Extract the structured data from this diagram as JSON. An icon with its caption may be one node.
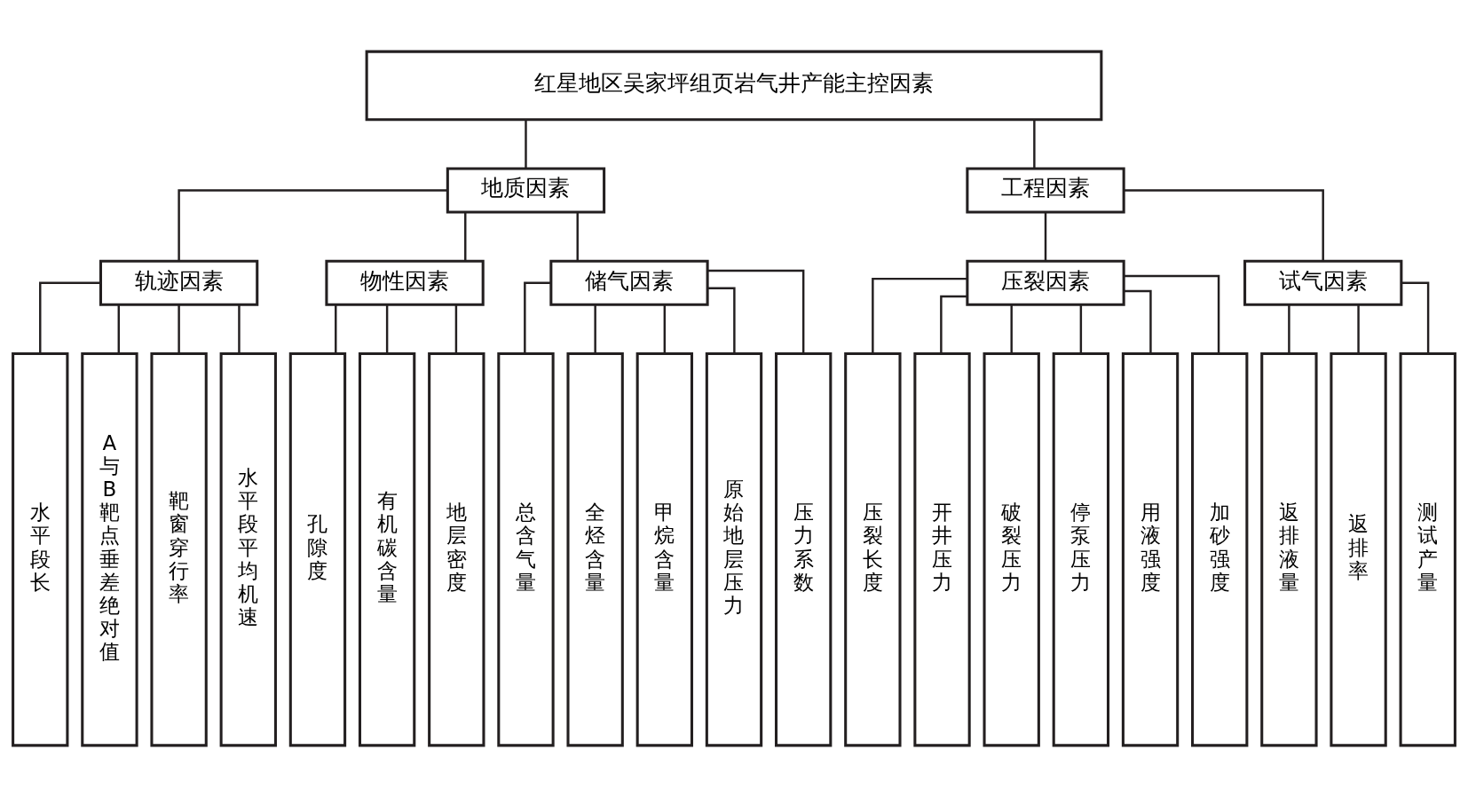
{
  "diagram": {
    "nodes": [
      {
        "text": [
          "红星地区吴家坪组页岩气井产能主控因素"
        ]
      },
      {
        "text": [
          "地质因素"
        ]
      },
      {
        "text": [
          "工程因素"
        ]
      },
      {
        "text": [
          "轨迹因素"
        ]
      },
      {
        "text": [
          "物性因素"
        ]
      },
      {
        "text": [
          "储气因素"
        ]
      },
      {
        "text": [
          "压裂因素"
        ]
      },
      {
        "text": [
          "试气因素"
        ]
      },
      {
        "text": [
          "水平段长"
        ]
      },
      {
        "text": [
          "A与B靶点垂差绝对值"
        ]
      },
      {
        "text": [
          "靶窗穿行率"
        ]
      },
      {
        "text": [
          "水平段平均机速"
        ]
      },
      {
        "text": [
          "孔隙度"
        ]
      },
      {
        "text": [
          "有机碳含量"
        ]
      },
      {
        "text": [
          "地层密度"
        ]
      },
      {
        "text": [
          "总含气量"
        ]
      },
      {
        "text": [
          "全烃含量"
        ]
      },
      {
        "text": [
          "甲烷含量"
        ]
      },
      {
        "text": [
          "原始地层压力"
        ]
      },
      {
        "text": [
          "压力系数"
        ]
      },
      {
        "text": [
          "压裂长度"
        ]
      },
      {
        "text": [
          "开井压力"
        ]
      },
      {
        "text": [
          "破裂压力"
        ]
      },
      {
        "text": [
          "停泵压力"
        ]
      },
      {
        "text": [
          "用液强度"
        ]
      },
      {
        "text": [
          "加砂强度"
        ]
      },
      {
        "text": [
          "返排液量"
        ]
      },
      {
        "text": [
          "返排率"
        ]
      },
      {
        "text": [
          "测试产量"
        ]
      }
    ],
    "edges": [
      {
        "from": 0,
        "to": 1,
        "arrow": "none"
      },
      {
        "from": 0,
        "to": 2,
        "arrow": "none"
      },
      {
        "from": 1,
        "to": 3,
        "arrow": "none"
      },
      {
        "from": 1,
        "to": 4,
        "arrow": "none"
      },
      {
        "from": 1,
        "to": 5,
        "arrow": "none"
      },
      {
        "from": 2,
        "to": 6,
        "arrow": "none"
      },
      {
        "from": 2,
        "to": 7,
        "arrow": "none"
      },
      {
        "from": 3,
        "to": 8,
        "arrow": "none"
      },
      {
        "from": 3,
        "to": 9,
        "arrow": "none"
      },
      {
        "from": 3,
        "to": 10,
        "arrow": "none"
      },
      {
        "from": 3,
        "to": 11,
        "arrow": "none"
      },
      {
        "from": 4,
        "to": 12,
        "arrow": "none"
      },
      {
        "from": 4,
        "to": 13,
        "arrow": "none"
      },
      {
        "from": 4,
        "to": 14,
        "arrow": "none"
      },
      {
        "from": 5,
        "to": 15,
        "arrow": "none"
      },
      {
        "from": 5,
        "to": 16,
        "arrow": "none"
      },
      {
        "from": 5,
        "to": 17,
        "arrow": "none"
      },
      {
        "from": 5,
        "to": 18,
        "arrow": "none"
      },
      {
        "from": 5,
        "to": 19,
        "arrow": "none"
      },
      {
        "from": 6,
        "to": 20,
        "arrow": "none"
      },
      {
        "from": 6,
        "to": 21,
        "arrow": "none"
      },
      {
        "from": 6,
        "to": 22,
        "arrow": "none"
      },
      {
        "from": 6,
        "to": 23,
        "arrow": "none"
      },
      {
        "from": 6,
        "to": 24,
        "arrow": "none"
      },
      {
        "from": 6,
        "to": 25,
        "arrow": "none"
      },
      {
        "from": 7,
        "to": 26,
        "arrow": "none"
      },
      {
        "from": 7,
        "to": 27,
        "arrow": "none"
      },
      {
        "from": 7,
        "to": 28,
        "arrow": "none"
      }
    ]
  }
}
